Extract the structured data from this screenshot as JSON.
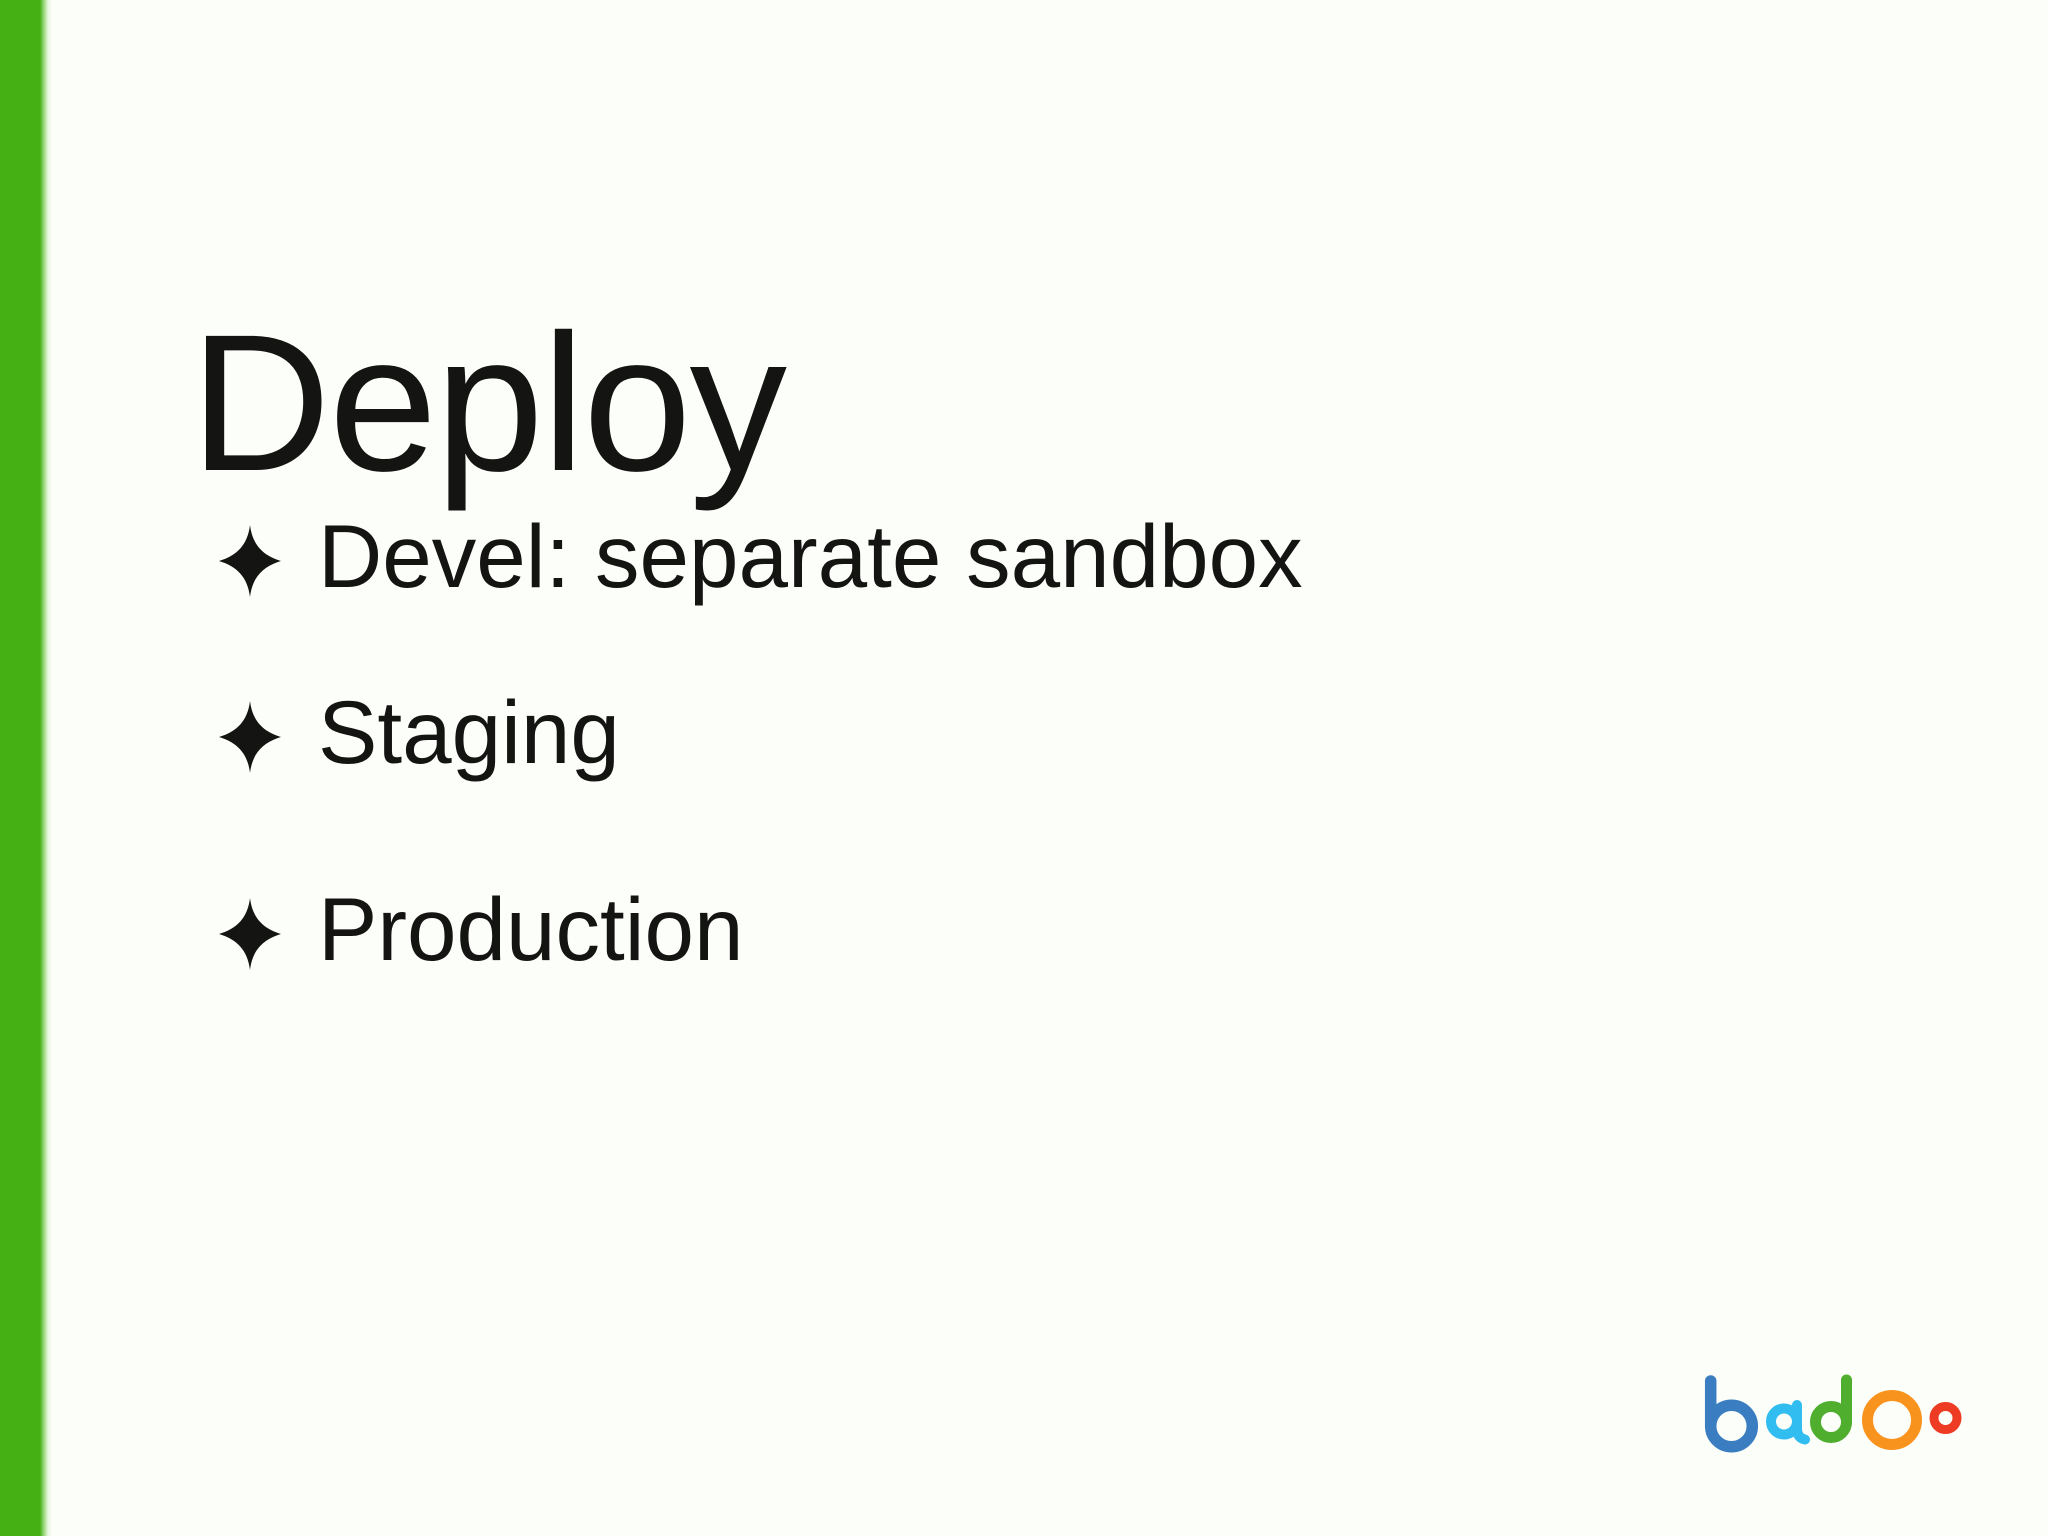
{
  "slide": {
    "title": "Deploy",
    "bullets": [
      {
        "label": "Devel: separate sandbox"
      },
      {
        "label": "Staging"
      },
      {
        "label": "Production"
      }
    ],
    "colors": {
      "accent_bar": "#45b014",
      "background": "#fcfefa",
      "text": "#141413"
    }
  },
  "logo": {
    "name": "badoo",
    "letters": [
      {
        "char": "b",
        "color": "#3a7ec1"
      },
      {
        "char": "a",
        "color": "#31bdf0"
      },
      {
        "char": "d",
        "color": "#4fae2e"
      },
      {
        "char": "O",
        "color": "#f8941e"
      },
      {
        "char": "o",
        "color": "#ee3b23"
      }
    ],
    "big_o_dot_color": "#ef4723"
  }
}
